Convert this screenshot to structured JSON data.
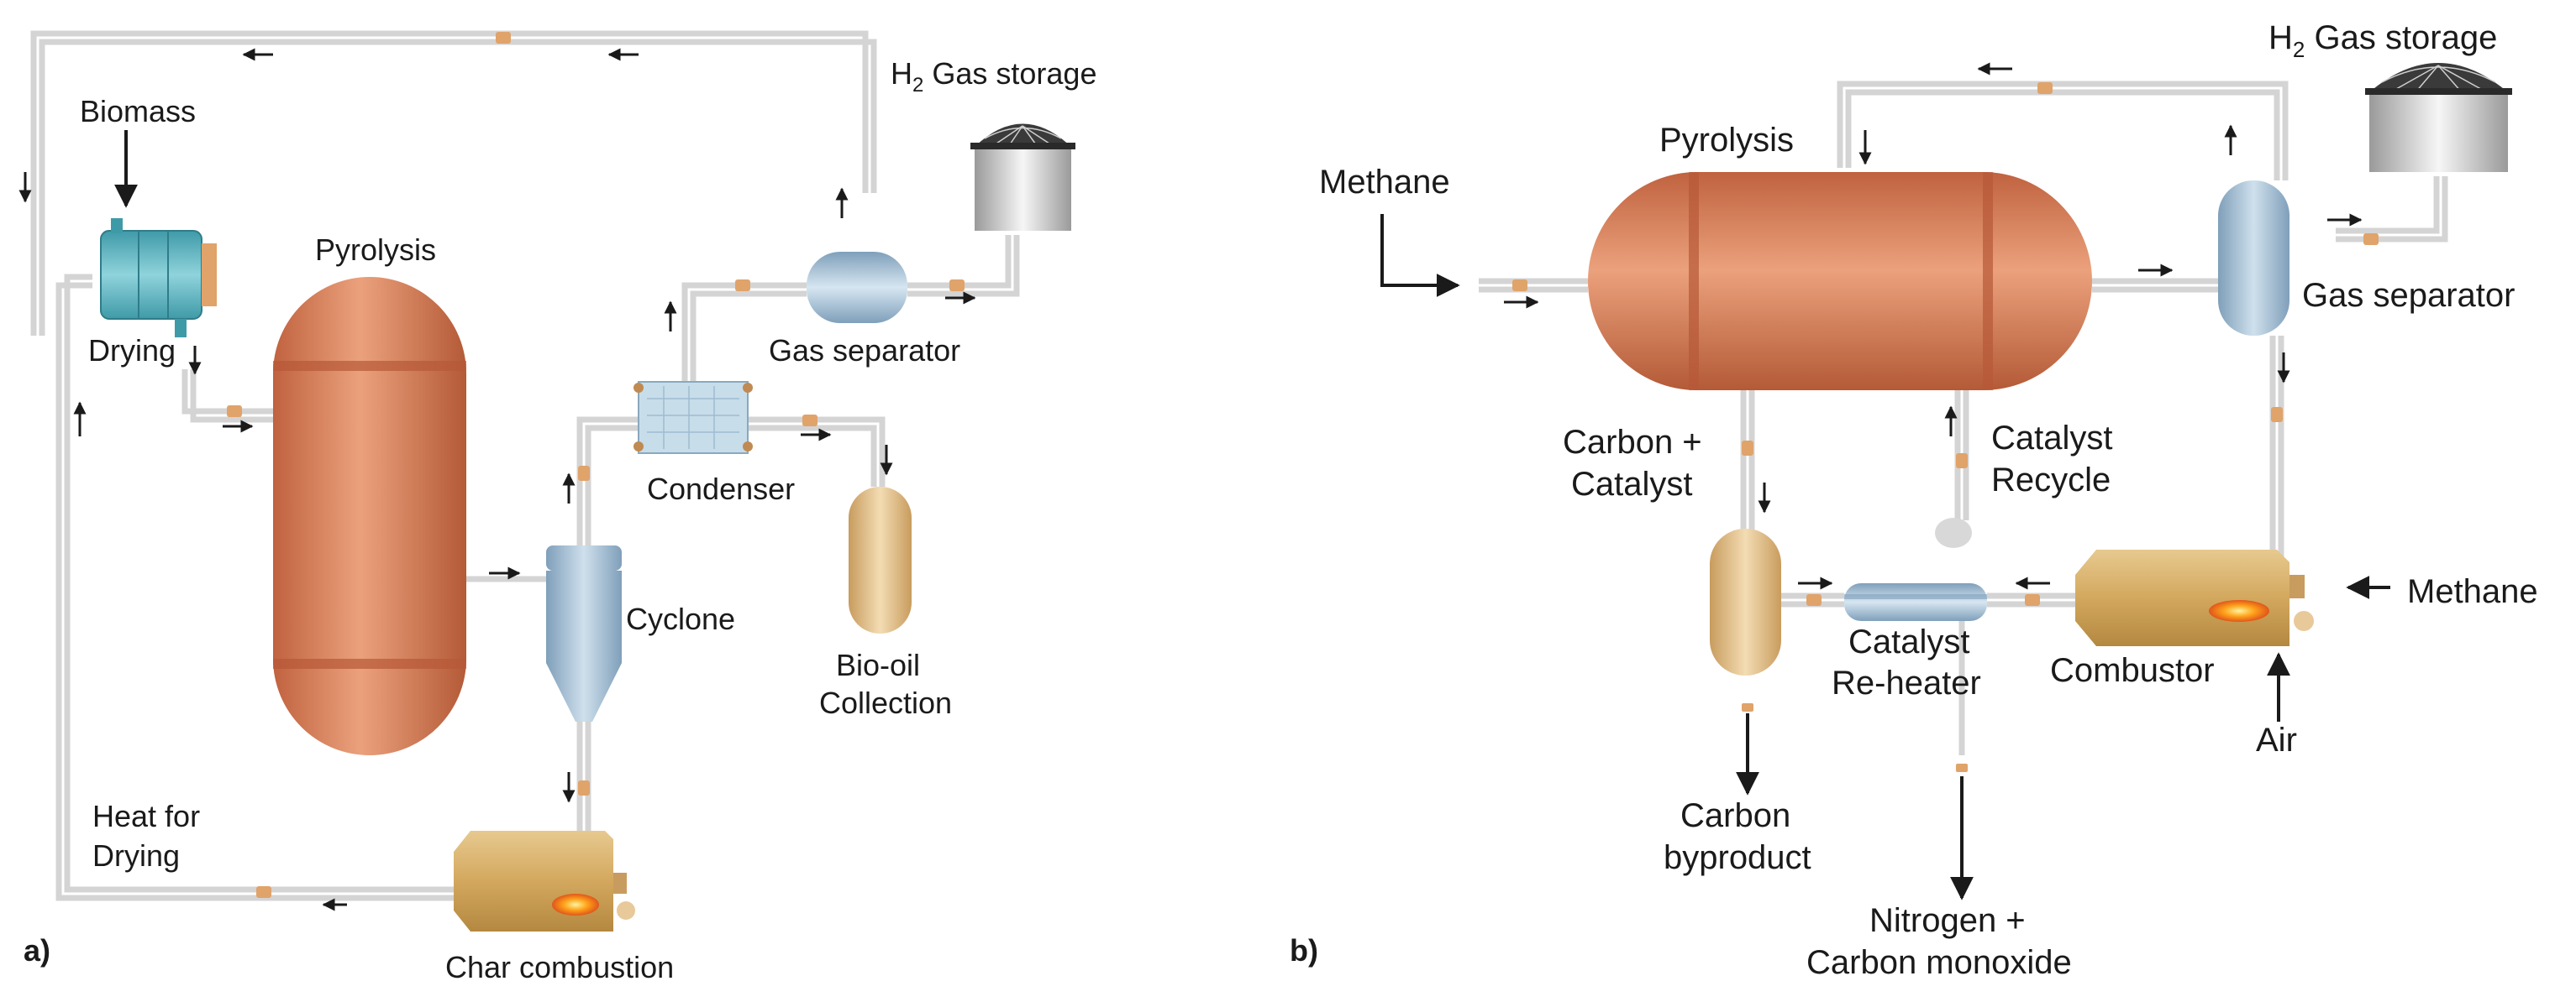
{
  "panel_a": {
    "tag": "a)",
    "labels": {
      "biomass": "Biomass",
      "drying": "Drying",
      "pyrolysis": "Pyrolysis",
      "h2_storage_main": "H",
      "h2_storage_sub": "2",
      "h2_storage_rest": " Gas storage",
      "gas_separator": "Gas separator",
      "condenser": "Condenser",
      "cyclone": "Cyclone",
      "biooil_1": "Bio-oil",
      "biooil_2": "Collection",
      "heat_1": "Heat for",
      "heat_2": "Drying",
      "char_combustion": "Char combustion"
    }
  },
  "panel_b": {
    "tag": "b)",
    "labels": {
      "methane_in": "Methane",
      "pyrolysis": "Pyrolysis",
      "h2_storage_main": "H",
      "h2_storage_sub": "2",
      "h2_storage_rest": " Gas storage",
      "gas_separator": "Gas separator",
      "carbon_catalyst_1": "Carbon +",
      "carbon_catalyst_2": "Catalyst",
      "catalyst_recycle_1": "Catalyst",
      "catalyst_recycle_2": "Recycle",
      "reheater_1": "Catalyst",
      "reheater_2": "Re-heater",
      "combustor": "Combustor",
      "methane_combustor": "Methane",
      "air": "Air",
      "carbon_byproduct_1": "Carbon",
      "carbon_byproduct_2": "byproduct",
      "nitrogen_1": "Nitrogen +",
      "nitrogen_2": "Carbon monoxide"
    }
  },
  "colors": {
    "pyrolysis_reactor": "#d9805c",
    "vessel_blue": "#a9c3d8",
    "vessel_tan": "#e2c08c",
    "combustor_body": "#d6b06a",
    "pipe": "#d8d8d8",
    "valve": "#e0a36a"
  }
}
